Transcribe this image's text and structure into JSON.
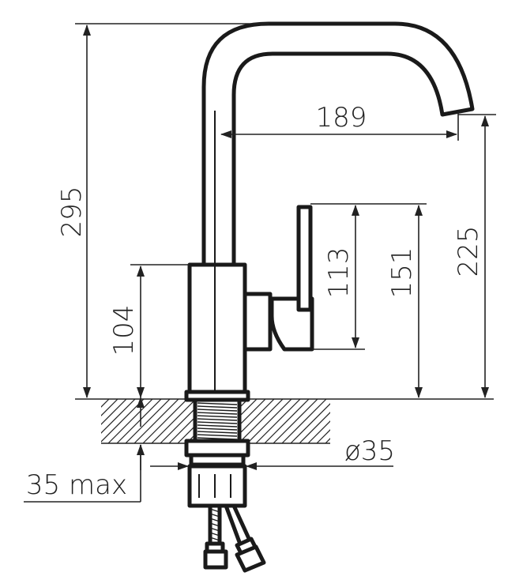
{
  "colors": {
    "ink": "#1a1a1a",
    "background": "#ffffff"
  },
  "dimensions": {
    "total_height": "295",
    "spout_reach": "189",
    "spout_outlet_height": "225",
    "handle_length": "113",
    "handle_top_height": "151",
    "body_height": "104",
    "mount_diameter": "ø35",
    "max_deck_thickness": "35 max"
  }
}
